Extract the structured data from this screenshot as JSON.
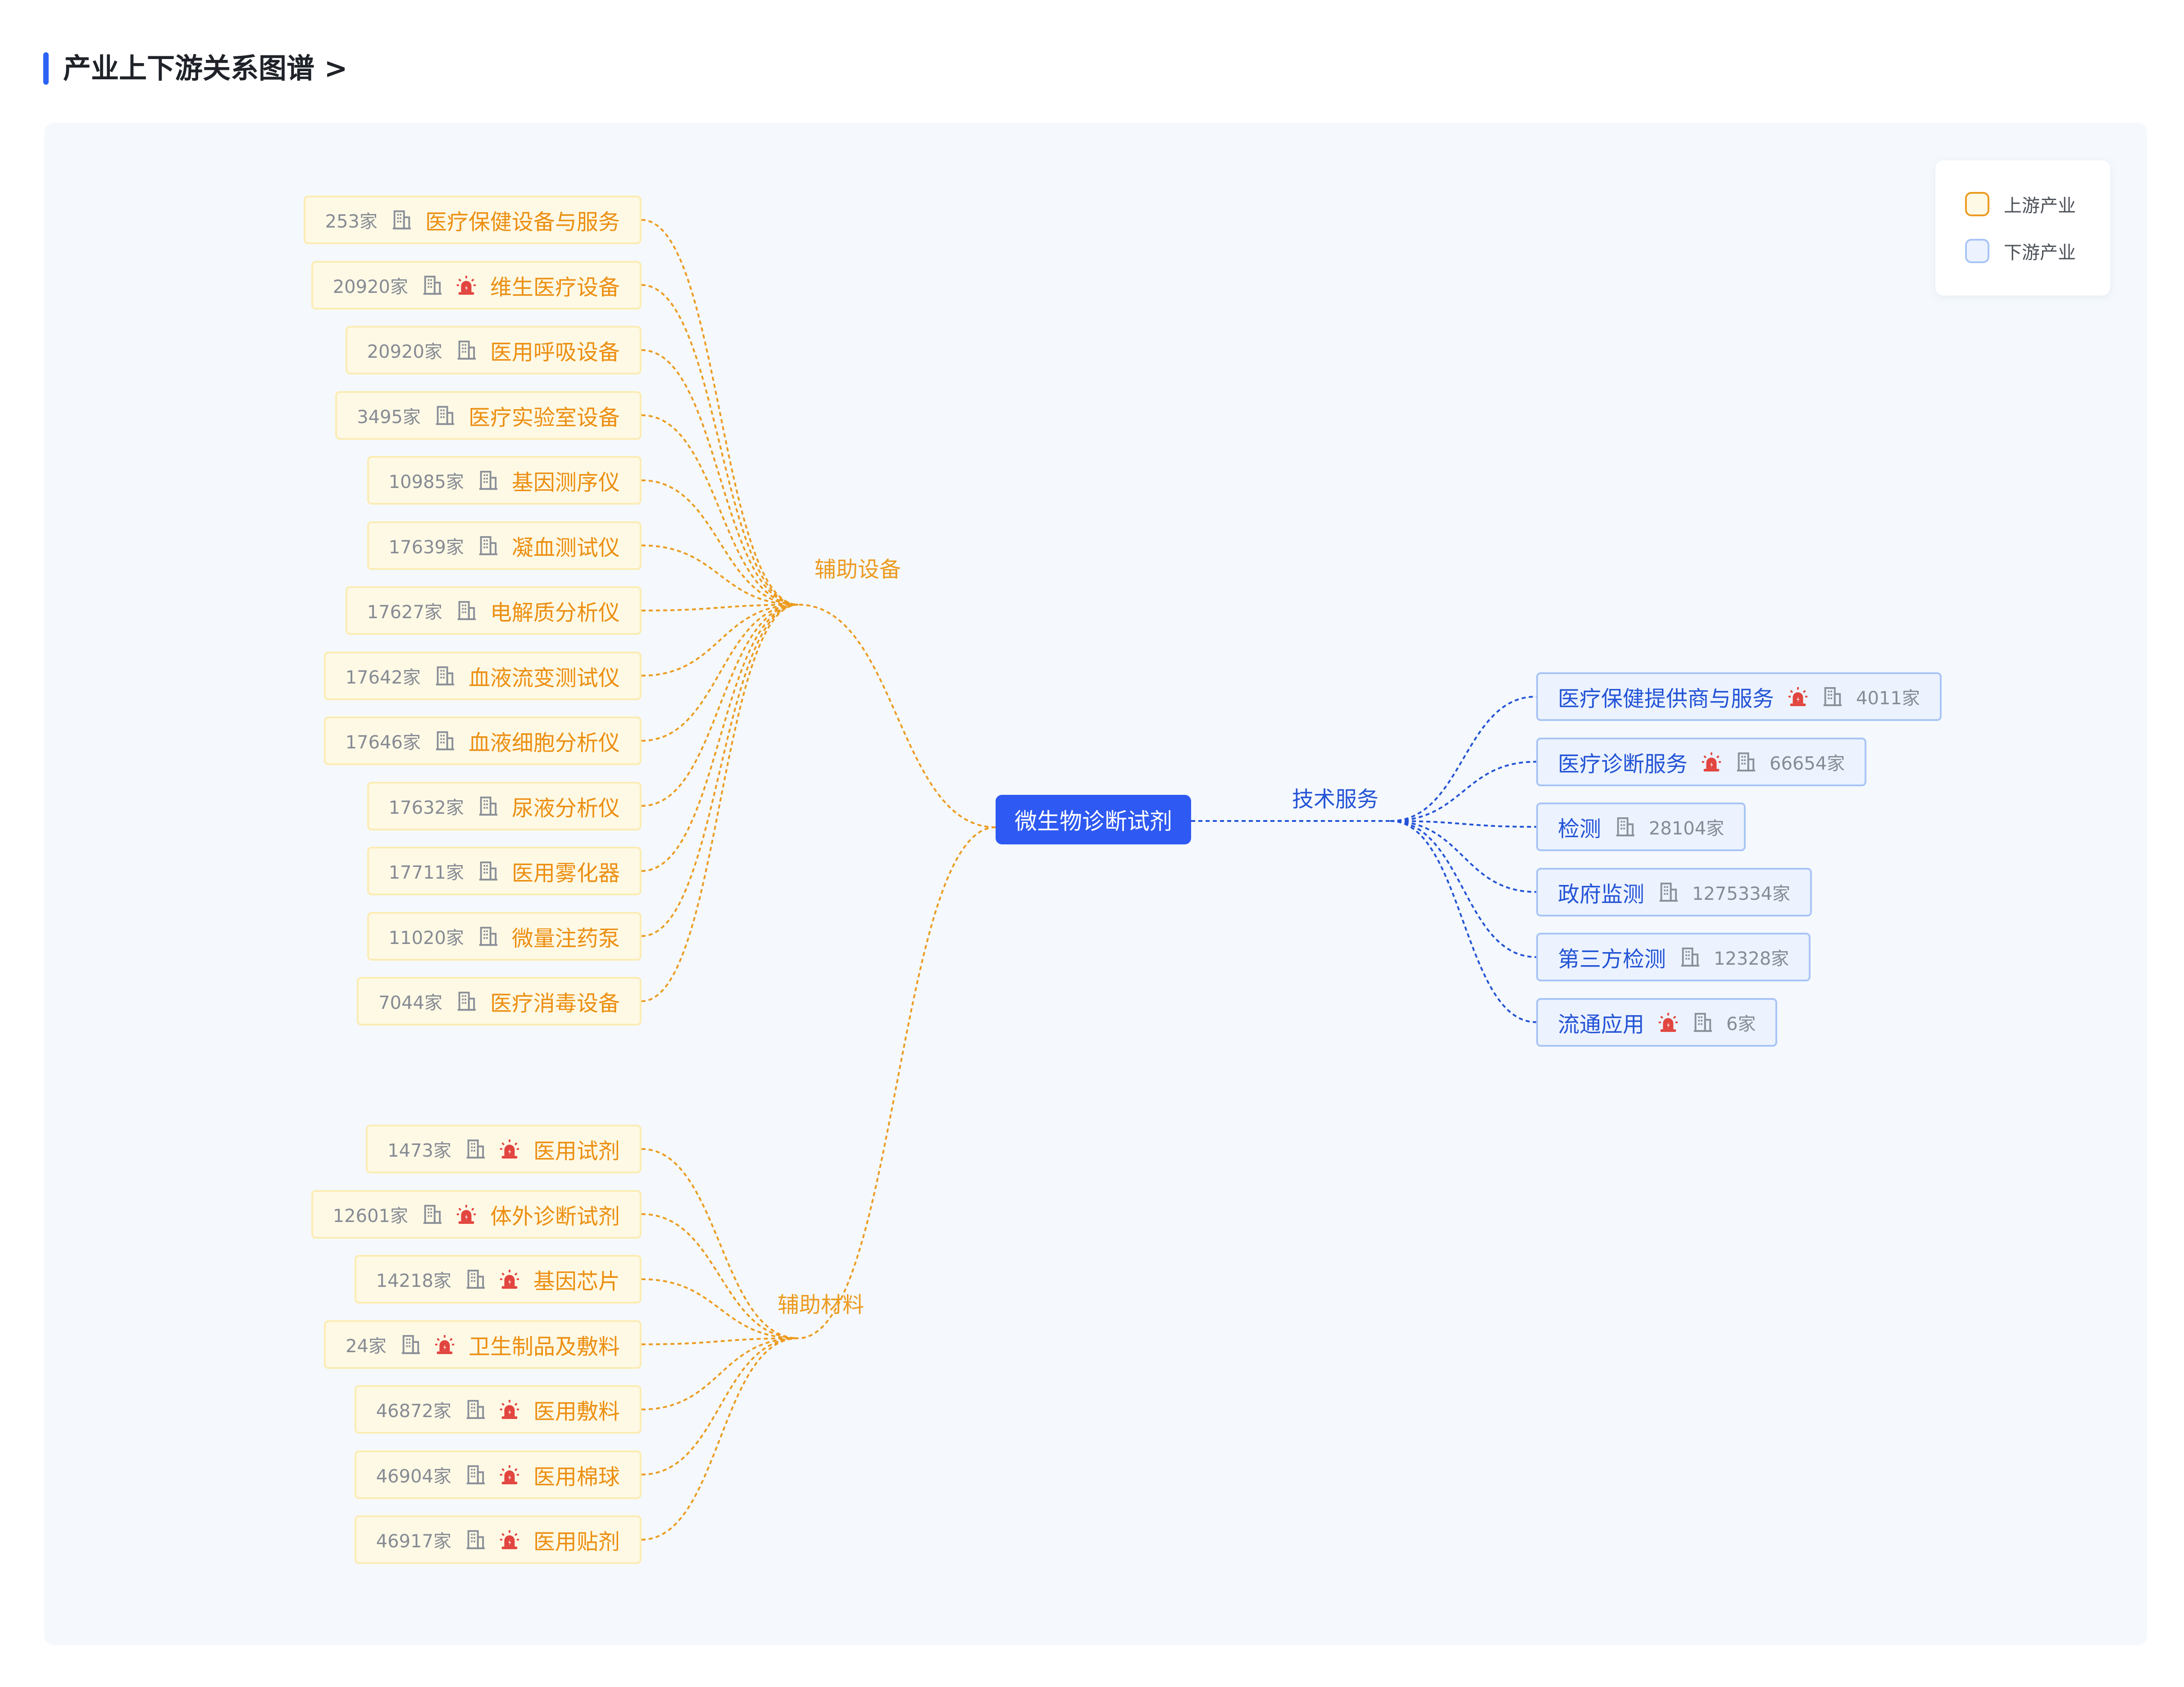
{
  "header": {
    "title": "产业上下游关系图谱 >"
  },
  "center": {
    "label": "微生物诊断试剂"
  },
  "legend": {
    "upstream": "上游产业",
    "downstream": "下游产业"
  },
  "colors": {
    "upstream": "#ec9b21",
    "downstream": "#2454d6",
    "center": "#2e59f2",
    "alarm": "#e2453f"
  },
  "categories": [
    {
      "label": "辅助设备",
      "side": "upstream"
    },
    {
      "label": "辅助材料",
      "side": "upstream"
    },
    {
      "label": "技术服务",
      "side": "downstream"
    }
  ],
  "equipment": [
    {
      "count": "253家",
      "label": "医疗保健设备与服务",
      "alarm": false
    },
    {
      "count": "20920家",
      "label": "维生医疗设备",
      "alarm": true
    },
    {
      "count": "20920家",
      "label": "医用呼吸设备",
      "alarm": false
    },
    {
      "count": "3495家",
      "label": "医疗实验室设备",
      "alarm": false
    },
    {
      "count": "10985家",
      "label": "基因测序仪",
      "alarm": false
    },
    {
      "count": "17639家",
      "label": "凝血测试仪",
      "alarm": false
    },
    {
      "count": "17627家",
      "label": "电解质分析仪",
      "alarm": false
    },
    {
      "count": "17642家",
      "label": "血液流变测试仪",
      "alarm": false
    },
    {
      "count": "17646家",
      "label": "血液细胞分析仪",
      "alarm": false
    },
    {
      "count": "17632家",
      "label": "尿液分析仪",
      "alarm": false
    },
    {
      "count": "17711家",
      "label": "医用雾化器",
      "alarm": false
    },
    {
      "count": "11020家",
      "label": "微量注药泵",
      "alarm": false
    },
    {
      "count": "7044家",
      "label": "医疗消毒设备",
      "alarm": false
    }
  ],
  "materials": [
    {
      "count": "1473家",
      "label": "医用试剂",
      "alarm": true
    },
    {
      "count": "12601家",
      "label": "体外诊断试剂",
      "alarm": true
    },
    {
      "count": "14218家",
      "label": "基因芯片",
      "alarm": true
    },
    {
      "count": "24家",
      "label": "卫生制品及敷料",
      "alarm": true
    },
    {
      "count": "46872家",
      "label": "医用敷料",
      "alarm": true
    },
    {
      "count": "46904家",
      "label": "医用棉球",
      "alarm": true
    },
    {
      "count": "46917家",
      "label": "医用贴剂",
      "alarm": true
    }
  ],
  "services": [
    {
      "label": "医疗保健提供商与服务",
      "alarm": true,
      "count": "4011家"
    },
    {
      "label": "医疗诊断服务",
      "alarm": true,
      "count": "66654家"
    },
    {
      "label": "检测",
      "alarm": false,
      "count": "28104家"
    },
    {
      "label": "政府监测",
      "alarm": false,
      "count": "1275334家"
    },
    {
      "label": "第三方检测",
      "alarm": false,
      "count": "12328家"
    },
    {
      "label": "流通应用",
      "alarm": true,
      "count": "6家"
    }
  ]
}
